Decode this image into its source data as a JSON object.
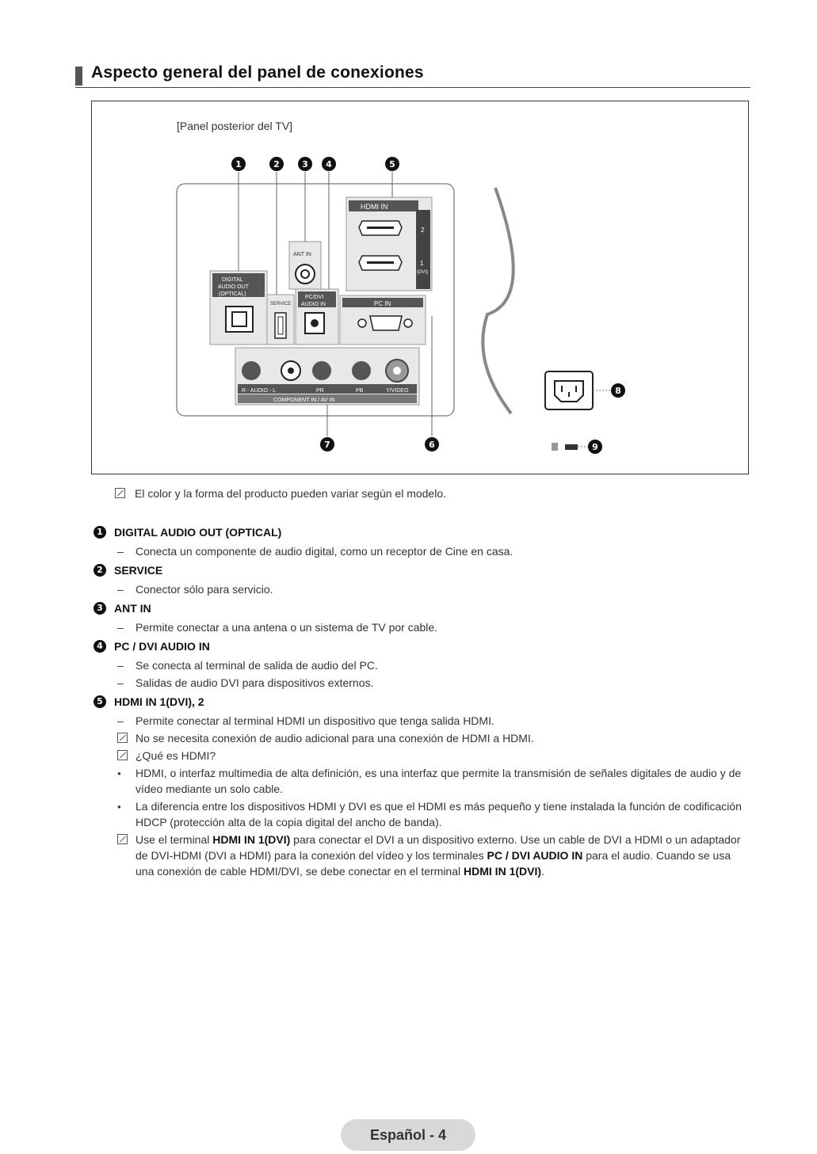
{
  "header": {
    "title": "Aspecto general del panel de conexiones"
  },
  "diagram": {
    "caption": "[Panel posterior del TV]",
    "labels": {
      "hdmi_in": "HDMI IN",
      "hdmi_2": "2",
      "hdmi_1": "1",
      "hdmi_1_sub": "(DVI)",
      "ant_in": "ANT IN",
      "digital_audio_out": [
        "DIGITAL",
        "AUDIO OUT",
        "(OPTICAL)"
      ],
      "service": "SERVICE",
      "pc_dvi_audio_in": [
        "PC/DVI",
        "AUDIO IN"
      ],
      "pc_in": "PC IN",
      "rca_row": [
        "R - AUDIO - L",
        "PR",
        "PB",
        "Y/VIDEO"
      ],
      "component_in": "COMPONENT IN / AV IN"
    },
    "callouts": [
      "1",
      "2",
      "3",
      "4",
      "5",
      "6",
      "7",
      "8",
      "9"
    ]
  },
  "note_top": "El color y la forma del producto pueden variar según el modelo.",
  "items": [
    {
      "num": "1",
      "title": "DIGITAL AUDIO OUT (OPTICAL)",
      "lines": [
        "Conecta un componente de audio digital, como un receptor de Cine en casa."
      ]
    },
    {
      "num": "2",
      "title": "SERVICE",
      "lines": [
        "Conector sólo para servicio."
      ]
    },
    {
      "num": "3",
      "title": "ANT IN",
      "lines": [
        "Permite conectar a una antena o un sistema de TV por cable."
      ]
    },
    {
      "num": "4",
      "title": "PC / DVI AUDIO IN",
      "lines": [
        "Se conecta al terminal de salida de audio del PC.",
        "Salidas de audio DVI para dispositivos externos."
      ]
    },
    {
      "num": "5",
      "title": "HDMI IN 1(DVI), 2",
      "dash": "Permite conectar al terminal HDMI un dispositivo que tenga salida HDMI.",
      "note1": "No se necesita conexión de audio adicional para una conexión de HDMI a HDMI.",
      "note2": "¿Qué es HDMI?",
      "bullet1": "HDMI, o interfaz multimedia de alta definición, es una interfaz que permite la transmisión de señales digitales de audio y de vídeo mediante un solo cable.",
      "bullet2": "La diferencia entre los dispositivos HDMI y DVI es que el HDMI es más pequeño y tiene instalada la función de codificación HDCP (protección alta de la copia digital del ancho de banda).",
      "note3": {
        "p1": "Use el terminal ",
        "b1": "HDMI IN 1(DVI)",
        "p2": " para conectar el DVI a un dispositivo externo. Use un cable de DVI a HDMI o un adaptador de DVI-HDMI (DVI a HDMI) para la conexión del vídeo y los terminales ",
        "b2": "PC / DVI AUDIO IN",
        "p3": " para el audio. Cuando se usa una conexión de cable HDMI/DVI, se debe conectar en el terminal ",
        "b3": "HDMI IN 1(DVI)",
        "p4": "."
      }
    }
  ],
  "footer": {
    "page_label": "Español - 4"
  },
  "colors": {
    "ink": "#111111",
    "panel_fill": "#d4d4d4",
    "panel_dark": "#444444"
  }
}
